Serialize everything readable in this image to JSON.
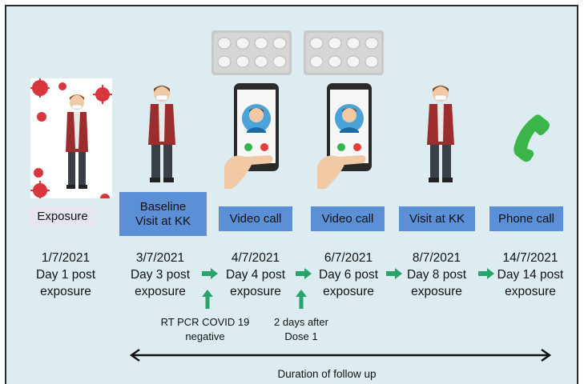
{
  "stages": [
    {
      "label": "Exposure",
      "date": "1/7/2021",
      "day": "Day 1 post",
      "suffix": "exposure",
      "icon": "exposure-person-virus-icon"
    },
    {
      "label_line1": "Baseline",
      "label_line2": "Visit at KK",
      "date": "3/7/2021",
      "day": "Day 3 post",
      "suffix": "exposure",
      "icon": "person-mask-icon"
    },
    {
      "label": "Video call",
      "date": "4/7/2021",
      "day": "Day 4 post",
      "suffix": "exposure",
      "icon": "video-call-phone-icon"
    },
    {
      "label": "Video call",
      "date": "6/7/2021",
      "day": "Day 6 post",
      "suffix": "exposure",
      "icon": "video-call-phone-icon"
    },
    {
      "label": "Visit at KK",
      "date": "8/7/2021",
      "day": "Day 8 post",
      "suffix": "exposure",
      "icon": "person-mask-icon"
    },
    {
      "label": "Phone call",
      "date": "14/7/2021",
      "day": "Day 14 post",
      "suffix": "exposure",
      "icon": "phone-handset-icon"
    }
  ],
  "notes": {
    "pcr_line1": "RT PCR COVID 19",
    "pcr_line2": "negative",
    "dose_line1": "2 days after",
    "dose_line2": "Dose 1"
  },
  "follow_up_label": "Duration of follow up",
  "colors": {
    "background": "#dcecf0",
    "label_blue": "#5b8fd6",
    "label_grey": "#e7e6f0",
    "arrow_green": "#2aa36b",
    "phone_green": "#3bb54a"
  }
}
